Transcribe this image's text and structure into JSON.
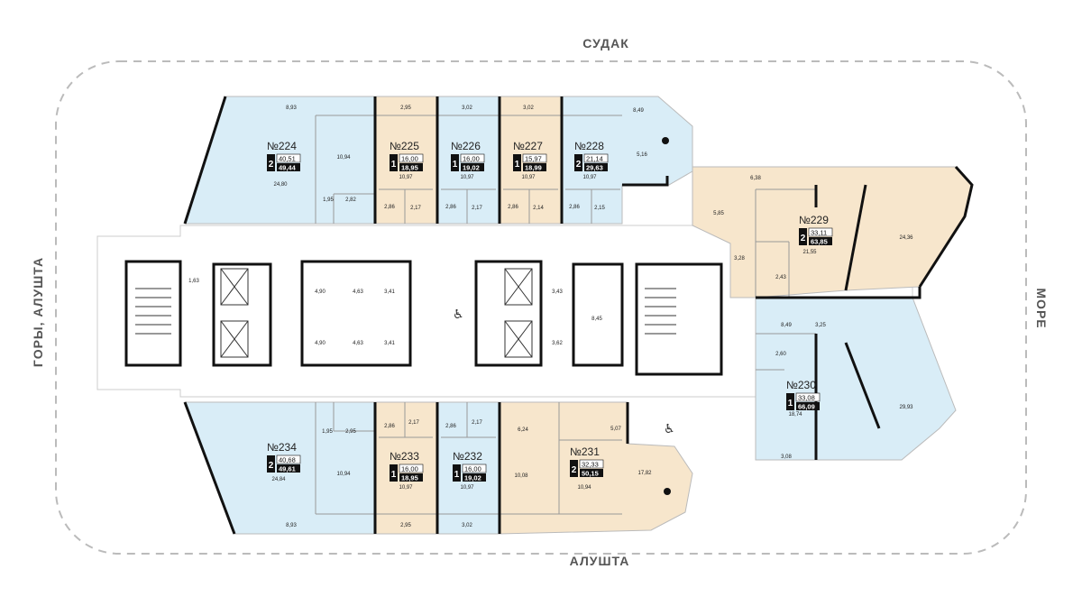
{
  "directions": {
    "top": "СУДАК",
    "bottom": "АЛУШТА",
    "left": "ГОРЫ, АЛУШТА",
    "right": "МОРЕ"
  },
  "colors": {
    "blue": "#d9edf7",
    "peach": "#f7e6cc",
    "wall": "#111111",
    "badge": "#111111",
    "dashed_outline": "#bbbbbb"
  },
  "apartments": [
    {
      "id": "224",
      "number": "№224",
      "rooms": "2",
      "living": "40,51",
      "total": "49,44",
      "color": "blue"
    },
    {
      "id": "225",
      "number": "№225",
      "rooms": "1",
      "living": "16,00",
      "total": "18,95",
      "color": "peach"
    },
    {
      "id": "226",
      "number": "№226",
      "rooms": "1",
      "living": "16,00",
      "total": "19,02",
      "color": "blue"
    },
    {
      "id": "227",
      "number": "№227",
      "rooms": "1",
      "living": "15,97",
      "total": "18,99",
      "color": "peach"
    },
    {
      "id": "228",
      "number": "№228",
      "rooms": "2",
      "living": "21,14",
      "total": "29,63",
      "color": "blue"
    },
    {
      "id": "229",
      "number": "№229",
      "rooms": "2",
      "living": "33,11",
      "total": "63,85",
      "color": "peach"
    },
    {
      "id": "230",
      "number": "№230",
      "rooms": "1",
      "living": "33,08",
      "total": "66,09",
      "color": "blue"
    },
    {
      "id": "231",
      "number": "№231",
      "rooms": "2",
      "living": "32,33",
      "total": "50,15",
      "color": "peach"
    },
    {
      "id": "232",
      "number": "№232",
      "rooms": "1",
      "living": "16,00",
      "total": "19,02",
      "color": "blue"
    },
    {
      "id": "233",
      "number": "№233",
      "rooms": "1",
      "living": "16,00",
      "total": "18,95",
      "color": "peach"
    },
    {
      "id": "234",
      "number": "№234",
      "rooms": "2",
      "living": "40,68",
      "total": "49,61",
      "color": "blue"
    }
  ],
  "room_areas": [
    "8,93",
    "10,94",
    "24,80",
    "1,95",
    "2,82",
    "2,95",
    "10,97",
    "2,86",
    "2,17",
    "3,02",
    "10,97",
    "2,86",
    "2,17",
    "3,02",
    "10,97",
    "2,86",
    "2,14",
    "8,49",
    "5,16",
    "10,97",
    "2,86",
    "2,15",
    "6,38",
    "5,85",
    "3,28",
    "2,43",
    "21,55",
    "24,36",
    "8,49",
    "3,25",
    "2,60",
    "18,74",
    "29,93",
    "3,08",
    "5,07",
    "6,24",
    "10,08",
    "10,94",
    "17,82",
    "2,86",
    "2,17",
    "10,97",
    "3,02",
    "2,86",
    "2,17",
    "10,97",
    "2,95",
    "1,95",
    "2,95",
    "10,94",
    "24,84",
    "8,93",
    "1,63",
    "4,90",
    "4,63",
    "3,41",
    "4,90",
    "4,63",
    "3,41",
    "3,43",
    "3,62",
    "8,45"
  ]
}
